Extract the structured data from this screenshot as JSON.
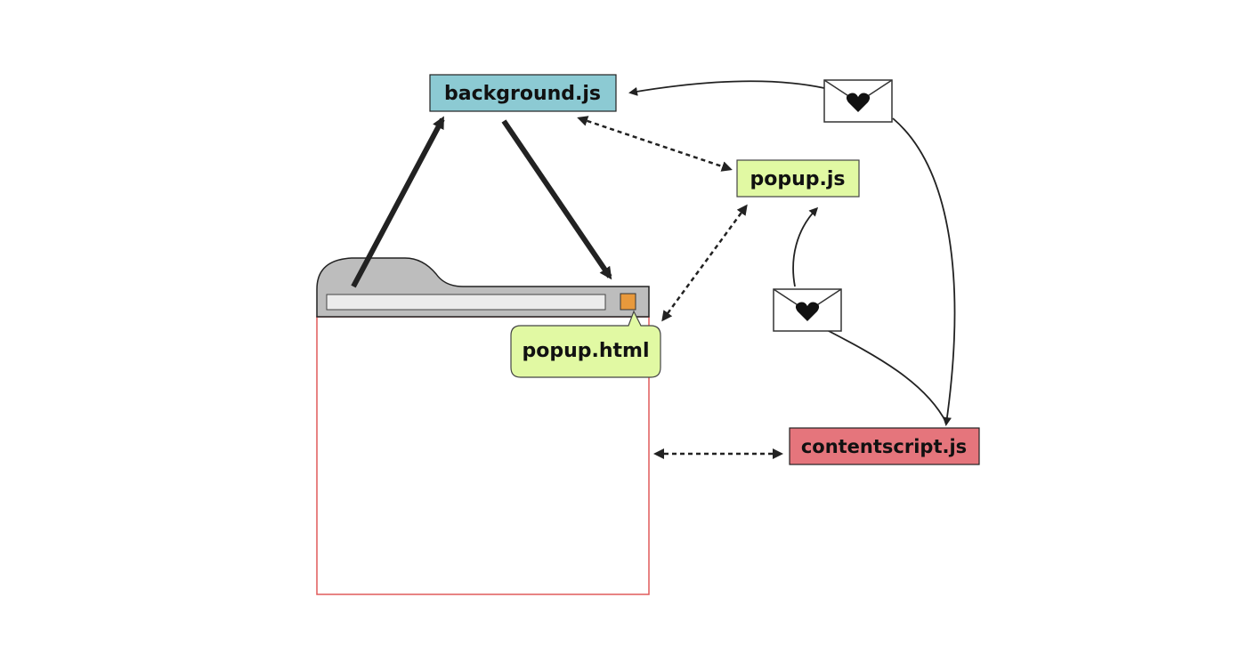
{
  "nodes": {
    "background": {
      "label": "background.js",
      "color": "#8ccad3"
    },
    "popup_js": {
      "label": "popup.js",
      "color": "#e1f9a3"
    },
    "popup_html": {
      "label": "popup.html",
      "color": "#e1f9a3"
    },
    "contentscript": {
      "label": "contentscript.js",
      "color": "#e5757c"
    }
  },
  "browser": {
    "tab_color": "#bdbdbd",
    "address_bar_color": "#ececec",
    "extension_icon_color": "#e8993c",
    "page_border_color": "#e05a5a"
  },
  "icons": [
    "envelope-heart-icon",
    "envelope-heart-icon"
  ],
  "edges": [
    {
      "from": "browser-tab",
      "to": "background.js",
      "style": "solid-thick",
      "arrow": "end"
    },
    {
      "from": "background.js",
      "to": "extension-icon",
      "style": "solid-thick",
      "arrow": "end"
    },
    {
      "from": "background.js",
      "to": "popup.js",
      "style": "dotted",
      "arrow": "both"
    },
    {
      "from": "popup.js",
      "to": "popup.html",
      "style": "dotted",
      "arrow": "both"
    },
    {
      "from": "browser-page",
      "to": "contentscript.js",
      "style": "dotted",
      "arrow": "both"
    },
    {
      "from": "message",
      "to": "background.js",
      "style": "curve",
      "arrow": "end"
    },
    {
      "from": "message",
      "to": "contentscript.js",
      "style": "curve",
      "arrow": "end"
    },
    {
      "from": "message",
      "to": "popup.js",
      "style": "curve",
      "arrow": "end"
    }
  ]
}
